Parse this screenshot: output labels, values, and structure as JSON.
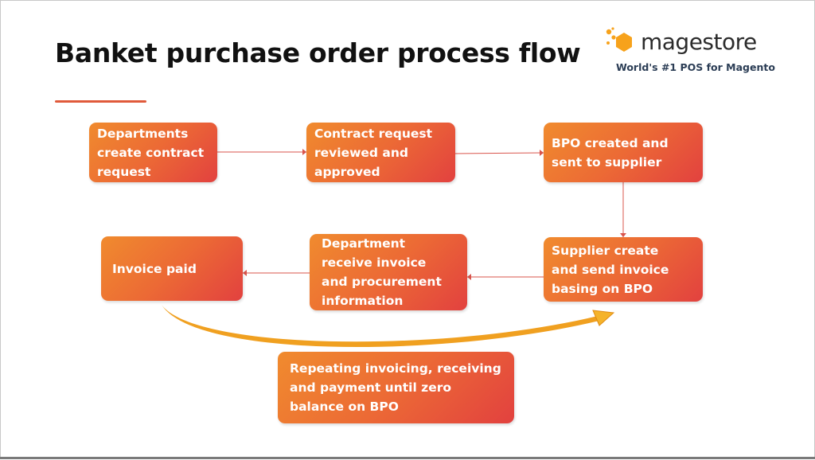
{
  "slide": {
    "title": "Banket purchase order process flow"
  },
  "logo": {
    "wordmark": "magestore",
    "tagline": "World's #1 POS for Magento"
  },
  "colors": {
    "box_start": "#f08b2e",
    "box_end": "#e2413f",
    "connector": "#d9544b",
    "cycle_arrow": "#f0a020",
    "title_underline": "#e05a3b"
  },
  "steps": [
    {
      "id": "departments-create",
      "text": "Departments\ncreate contract\nrequest"
    },
    {
      "id": "contract-reviewed",
      "text": "Contract request\nreviewed and\napproved"
    },
    {
      "id": "bpo-created",
      "text": "BPO created and\nsent to supplier"
    },
    {
      "id": "supplier-invoice",
      "text": "  Supplier create\nand send invoice\nbasing on BPO"
    },
    {
      "id": "department-receive",
      "text": "Department\nreceive invoice\nand procurement\ninformation"
    },
    {
      "id": "invoice-paid",
      "text": "Invoice paid"
    },
    {
      "id": "repeat-cycle",
      "text": "Repeating invoicing, receiving\nand payment until zero\nbalance on BPO"
    }
  ]
}
